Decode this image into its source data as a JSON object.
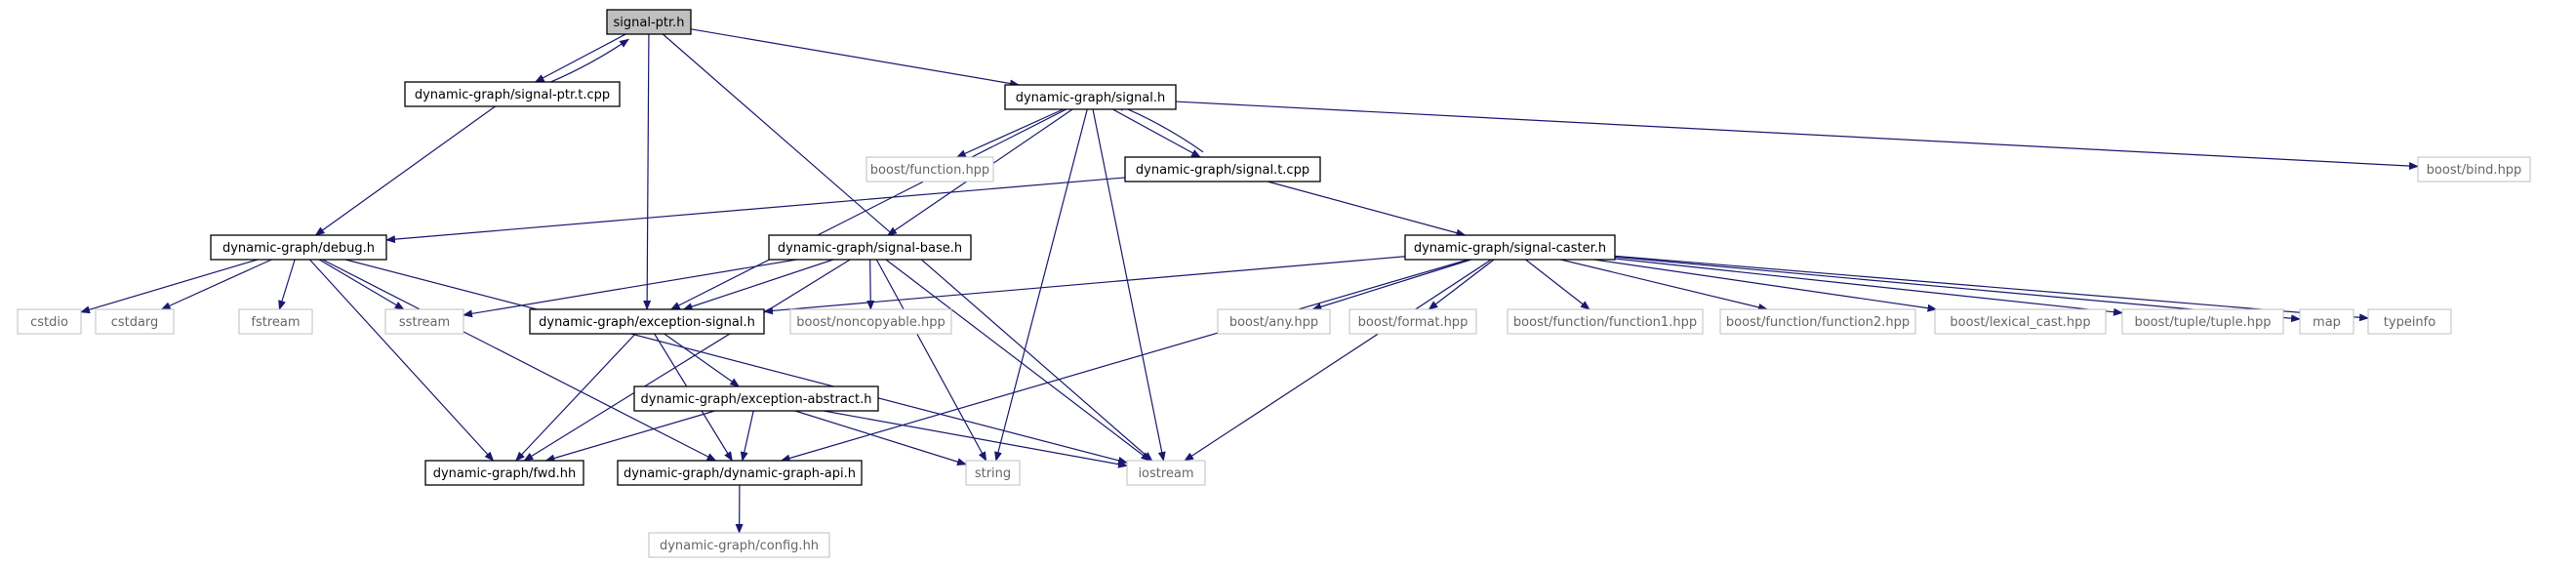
{
  "colors": {
    "edge": "#191970",
    "node_border": "#000000",
    "system_border": "#bfbfbf",
    "root_fill": "#bfbfbf",
    "node_fill": "#ffffff",
    "system_text": "#666666"
  },
  "nodes": [
    {
      "id": "signal_ptr_h",
      "label": "signal-ptr.h",
      "kind": "root"
    },
    {
      "id": "signal_ptr_t_cpp",
      "label": "dynamic-graph/signal-ptr.t.cpp",
      "kind": "header"
    },
    {
      "id": "signal_h",
      "label": "dynamic-graph/signal.h",
      "kind": "header"
    },
    {
      "id": "boost_function",
      "label": "boost/function.hpp",
      "kind": "system"
    },
    {
      "id": "signal_t_cpp",
      "label": "dynamic-graph/signal.t.cpp",
      "kind": "header"
    },
    {
      "id": "boost_bind",
      "label": "boost/bind.hpp",
      "kind": "system"
    },
    {
      "id": "debug_h",
      "label": "dynamic-graph/debug.h",
      "kind": "header"
    },
    {
      "id": "signal_base_h",
      "label": "dynamic-graph/signal-base.h",
      "kind": "header"
    },
    {
      "id": "signal_caster_h",
      "label": "dynamic-graph/signal-caster.h",
      "kind": "header"
    },
    {
      "id": "cstdio",
      "label": "cstdio",
      "kind": "system"
    },
    {
      "id": "cstdarg",
      "label": "cstdarg",
      "kind": "system"
    },
    {
      "id": "fstream",
      "label": "fstream",
      "kind": "system"
    },
    {
      "id": "sstream",
      "label": "sstream",
      "kind": "system"
    },
    {
      "id": "exception_signal_h",
      "label": "dynamic-graph/exception-signal.h",
      "kind": "header"
    },
    {
      "id": "boost_noncopyable",
      "label": "boost/noncopyable.hpp",
      "kind": "system"
    },
    {
      "id": "boost_any",
      "label": "boost/any.hpp",
      "kind": "system"
    },
    {
      "id": "boost_format",
      "label": "boost/format.hpp",
      "kind": "system"
    },
    {
      "id": "boost_function1",
      "label": "boost/function/function1.hpp",
      "kind": "system"
    },
    {
      "id": "boost_function2",
      "label": "boost/function/function2.hpp",
      "kind": "system"
    },
    {
      "id": "boost_lexical_cast",
      "label": "boost/lexical_cast.hpp",
      "kind": "system"
    },
    {
      "id": "boost_tuple",
      "label": "boost/tuple/tuple.hpp",
      "kind": "system"
    },
    {
      "id": "map",
      "label": "map",
      "kind": "system"
    },
    {
      "id": "typeinfo",
      "label": "typeinfo",
      "kind": "system"
    },
    {
      "id": "exception_abstract_h",
      "label": "dynamic-graph/exception-abstract.h",
      "kind": "header"
    },
    {
      "id": "fwd_hh",
      "label": "dynamic-graph/fwd.hh",
      "kind": "header"
    },
    {
      "id": "dynamic_graph_api_h",
      "label": "dynamic-graph/dynamic-graph-api.h",
      "kind": "header"
    },
    {
      "id": "string",
      "label": "string",
      "kind": "system"
    },
    {
      "id": "iostream",
      "label": "iostream",
      "kind": "system"
    },
    {
      "id": "config_hh",
      "label": "dynamic-graph/config.hh",
      "kind": "system"
    }
  ],
  "edges": [
    [
      "signal_ptr_h",
      "signal_ptr_t_cpp"
    ],
    [
      "signal_ptr_t_cpp",
      "signal_ptr_h"
    ],
    [
      "signal_ptr_h",
      "signal_h"
    ],
    [
      "signal_ptr_h",
      "exception_signal_h"
    ],
    [
      "signal_ptr_h",
      "iostream"
    ],
    [
      "signal_ptr_t_cpp",
      "debug_h"
    ],
    [
      "signal_h",
      "boost_function"
    ],
    [
      "signal_h",
      "signal_t_cpp"
    ],
    [
      "signal_t_cpp",
      "signal_h"
    ],
    [
      "signal_h",
      "boost_bind"
    ],
    [
      "signal_h",
      "signal_base_h"
    ],
    [
      "signal_h",
      "exception_signal_h"
    ],
    [
      "signal_h",
      "string"
    ],
    [
      "signal_h",
      "iostream"
    ],
    [
      "signal_t_cpp",
      "debug_h"
    ],
    [
      "signal_t_cpp",
      "signal_caster_h"
    ],
    [
      "debug_h",
      "cstdio"
    ],
    [
      "debug_h",
      "cstdarg"
    ],
    [
      "debug_h",
      "fstream"
    ],
    [
      "debug_h",
      "sstream"
    ],
    [
      "debug_h",
      "fwd_hh"
    ],
    [
      "debug_h",
      "dynamic_graph_api_h"
    ],
    [
      "debug_h",
      "iostream"
    ],
    [
      "signal_base_h",
      "sstream"
    ],
    [
      "signal_base_h",
      "exception_signal_h"
    ],
    [
      "signal_base_h",
      "boost_noncopyable"
    ],
    [
      "signal_base_h",
      "fwd_hh"
    ],
    [
      "signal_base_h",
      "string"
    ],
    [
      "signal_base_h",
      "iostream"
    ],
    [
      "signal_caster_h",
      "exception_signal_h"
    ],
    [
      "signal_caster_h",
      "boost_any"
    ],
    [
      "signal_caster_h",
      "boost_format"
    ],
    [
      "signal_caster_h",
      "boost_function1"
    ],
    [
      "signal_caster_h",
      "boost_function2"
    ],
    [
      "signal_caster_h",
      "boost_lexical_cast"
    ],
    [
      "signal_caster_h",
      "boost_tuple"
    ],
    [
      "signal_caster_h",
      "map"
    ],
    [
      "signal_caster_h",
      "typeinfo"
    ],
    [
      "signal_caster_h",
      "iostream"
    ],
    [
      "signal_caster_h",
      "dynamic_graph_api_h"
    ],
    [
      "exception_signal_h",
      "exception_abstract_h"
    ],
    [
      "exception_signal_h",
      "fwd_hh"
    ],
    [
      "exception_signal_h",
      "dynamic_graph_api_h"
    ],
    [
      "exception_abstract_h",
      "fwd_hh"
    ],
    [
      "exception_abstract_h",
      "dynamic_graph_api_h"
    ],
    [
      "exception_abstract_h",
      "string"
    ],
    [
      "exception_abstract_h",
      "iostream"
    ],
    [
      "dynamic_graph_api_h",
      "config_hh"
    ]
  ]
}
